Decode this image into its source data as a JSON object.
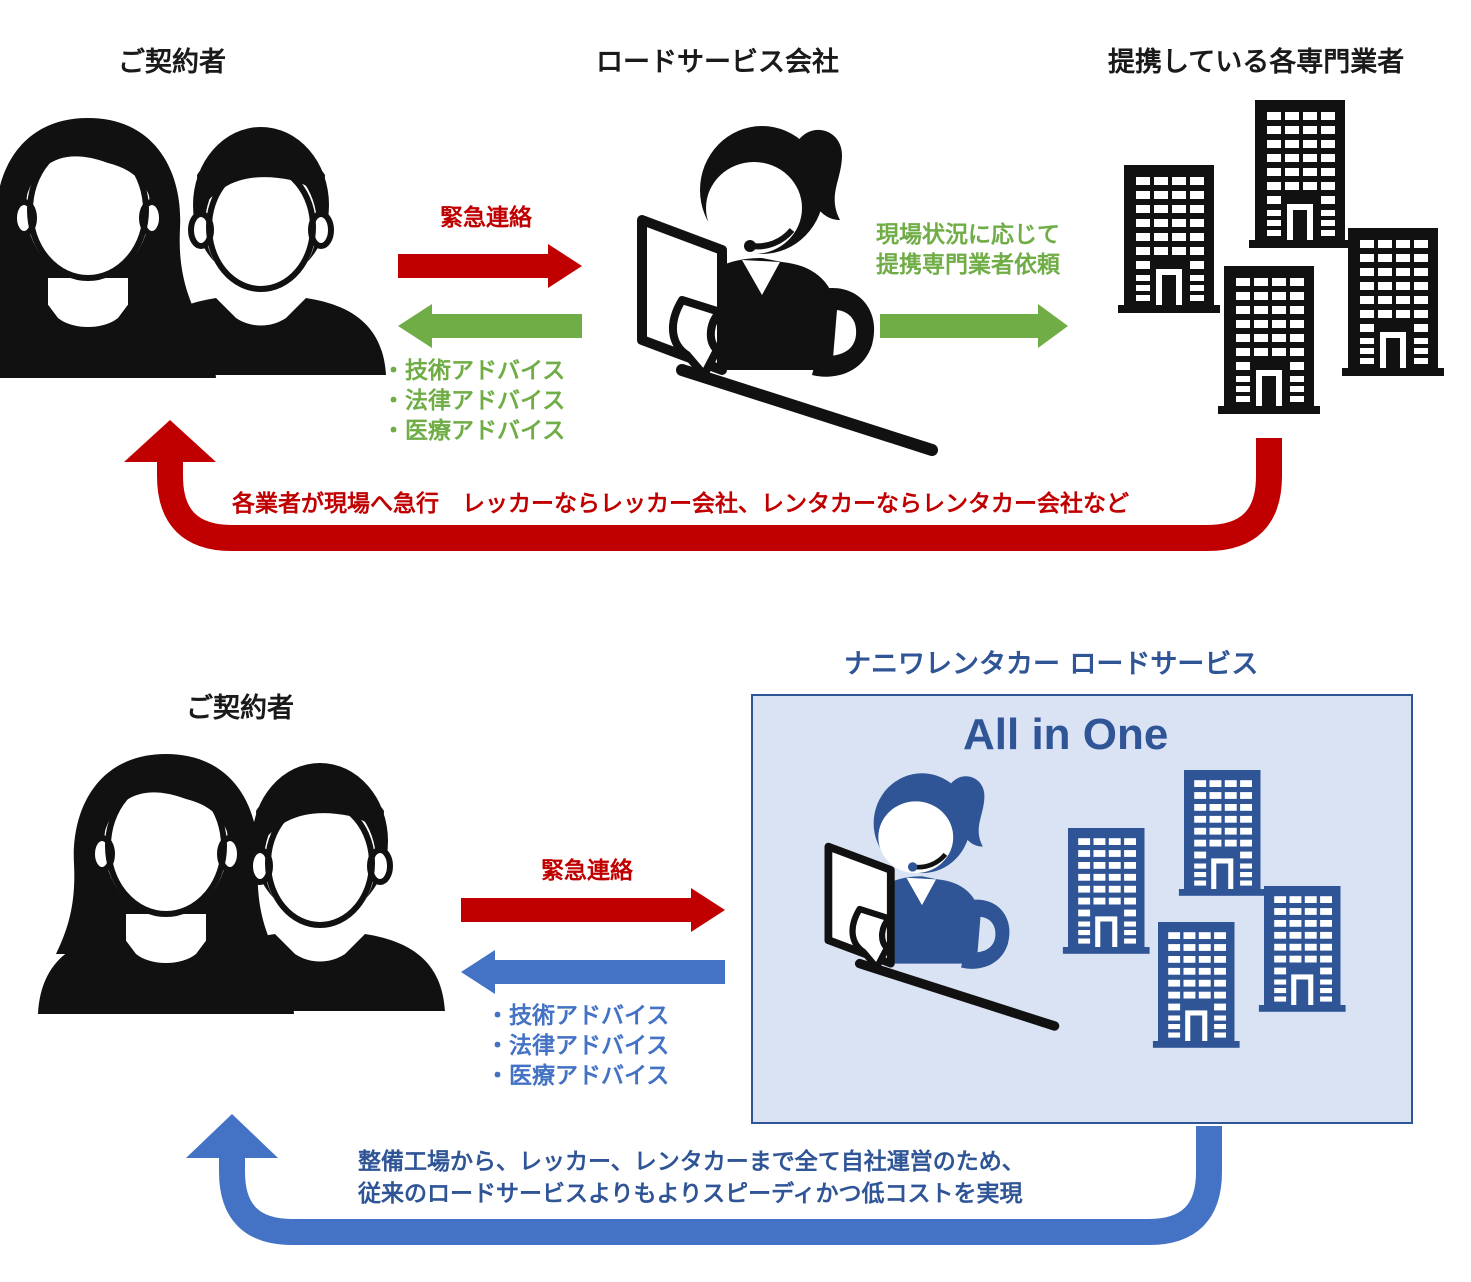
{
  "top": {
    "label_customer": "ご契約者",
    "label_road_service": "ロードサービス会社",
    "label_partners": "提携している各専門業者",
    "emergency": "緊急連絡",
    "dispatch_line1": "現場状況に応じて",
    "dispatch_line2": "提携専門業者依頼",
    "advice": [
      "・技術アドバイス",
      "・法律アドバイス",
      "・医療アドバイス"
    ],
    "return_text": "各業者が現場へ急行　レッカーならレッカー会社、レンタカーならレンタカー会社など"
  },
  "bottom": {
    "label_customer": "ご契約者",
    "service_title": "ナニワレンタカー ロードサービス",
    "all_in_one": "All in One",
    "emergency": "緊急連絡",
    "advice": [
      "・技術アドバイス",
      "・法律アドバイス",
      "・医療アドバイス"
    ],
    "return_line1": "整備工場から、レッカー、レンタカーまで全て自社運営のため、",
    "return_line2": "従来のロードサービスよりもよりスピーディかつ低コストを実現"
  },
  "colors": {
    "red": "#c00000",
    "green": "#70ad47",
    "blue": "#4472c4",
    "navy": "#2f5597",
    "black": "#111111",
    "box_fill": "#dae3f3"
  },
  "icons": [
    "person-woman-icon",
    "person-man-icon",
    "operator-icon",
    "building-icon",
    "arrow-icon"
  ]
}
